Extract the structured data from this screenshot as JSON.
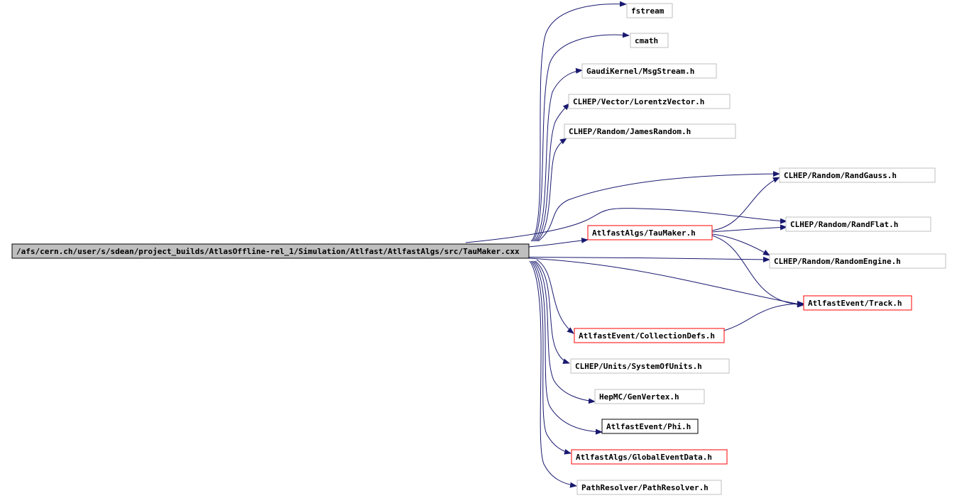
{
  "colors": {
    "edge": "#191970",
    "source_fill": "#bfbfbf",
    "source_border": "#000000",
    "normal_border": "#bfbfbf",
    "documented_border": "#ff0000",
    "black_border": "#000000"
  },
  "source": {
    "label": "/afs/cern.ch/user/s/sdean/project_builds/AtlasOffline-rel_1/Simulation/Atlfast/AtlfastAlgs/src/TauMaker.cxx"
  },
  "nodes": {
    "fstream": {
      "label": "fstream",
      "style": "normal"
    },
    "cmath": {
      "label": "cmath",
      "style": "normal"
    },
    "msgstream": {
      "label": "GaudiKernel/MsgStream.h",
      "style": "normal"
    },
    "lorentz": {
      "label": "CLHEP/Vector/LorentzVector.h",
      "style": "normal"
    },
    "james": {
      "label": "CLHEP/Random/JamesRandom.h",
      "style": "normal"
    },
    "randgauss": {
      "label": "CLHEP/Random/RandGauss.h",
      "style": "normal"
    },
    "randflat": {
      "label": "CLHEP/Random/RandFlat.h",
      "style": "normal"
    },
    "taumakerh": {
      "label": "AtlfastAlgs/TauMaker.h",
      "style": "documented"
    },
    "randomengine": {
      "label": "CLHEP/Random/RandomEngine.h",
      "style": "normal"
    },
    "track": {
      "label": "AtlfastEvent/Track.h",
      "style": "documented"
    },
    "collectiondefs": {
      "label": "AtlfastEvent/CollectionDefs.h",
      "style": "documented"
    },
    "units": {
      "label": "CLHEP/Units/SystemOfUnits.h",
      "style": "normal"
    },
    "genvertex": {
      "label": "HepMC/GenVertex.h",
      "style": "normal"
    },
    "phi": {
      "label": "AtlfastEvent/Phi.h",
      "style": "black"
    },
    "globalevent": {
      "label": "AtlfastAlgs/GlobalEventData.h",
      "style": "documented"
    },
    "pathresolver": {
      "label": "PathResolver/PathResolver.h",
      "style": "normal"
    }
  }
}
